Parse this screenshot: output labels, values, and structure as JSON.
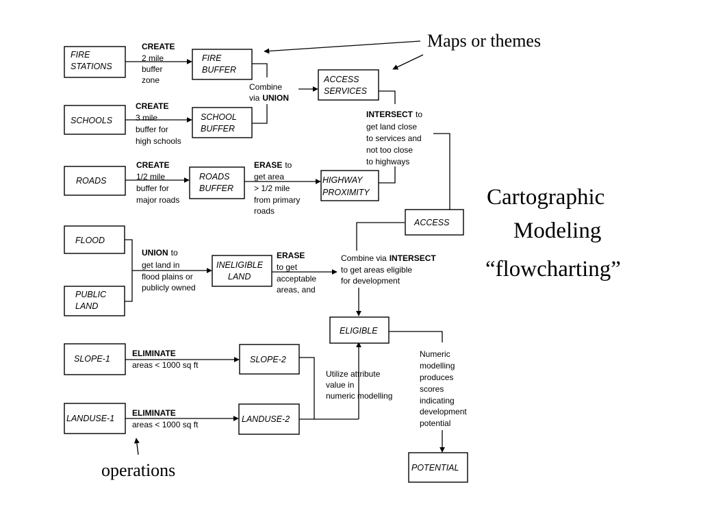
{
  "boxes": {
    "fire_stations": [
      "FIRE",
      "STATIONS"
    ],
    "fire_buffer": [
      "FIRE",
      "BUFFER"
    ],
    "schools": "SCHOOLS",
    "school_buffer": [
      "SCHOOL",
      "BUFFER"
    ],
    "roads": "ROADS",
    "roads_buffer": [
      "ROADS",
      "BUFFER"
    ],
    "access_services": [
      "ACCESS",
      "SERVICES"
    ],
    "highway_proximity": [
      "HIGHWAY",
      "PROXIMITY"
    ],
    "access": "ACCESS",
    "flood": "FLOOD",
    "public_land": [
      "PUBLIC",
      "LAND"
    ],
    "ineligible_land": [
      "INELIGIBLE",
      "LAND"
    ],
    "eligible": "ELIGIBLE",
    "slope1": "SLOPE-1",
    "slope2": "SLOPE-2",
    "landuse1": "LANDUSE-1",
    "landuse2": "LANDUSE-2",
    "potential": "POTENTIAL"
  },
  "ops": {
    "create_fire": {
      "verb": "CREATE",
      "lines": [
        "2 mile",
        "buffer",
        "zone"
      ]
    },
    "create_school": {
      "verb": "CREATE",
      "lines": [
        "3 mile",
        "buffer for",
        "high schools"
      ]
    },
    "create_roads": {
      "verb": "CREATE",
      "lines": [
        "1/2 mile",
        "buffer for",
        "major roads"
      ]
    },
    "combine_union": {
      "pre": "Combine",
      "via": "via",
      "verb": "UNION"
    },
    "intersect_access": {
      "verb": "INTERSECT",
      "tail": "to",
      "lines": [
        "get land close",
        "to services and",
        "not too close",
        "to highways"
      ]
    },
    "erase_roads": {
      "verb": "ERASE",
      "tail": "to",
      "lines": [
        "get area",
        "> 1/2 mile",
        "from primary",
        "roads"
      ]
    },
    "union_flood": {
      "verb": "UNION",
      "tail": "to",
      "lines": [
        "get land in",
        "flood plains or",
        "publicly owned"
      ]
    },
    "erase_ineligible": {
      "verb": "ERASE",
      "lines": [
        "to get",
        "acceptable",
        "areas, and"
      ]
    },
    "combine_intersect": {
      "pre": "Combine via",
      "verb": "INTERSECT",
      "lines": [
        "to get areas eligible",
        "for development"
      ]
    },
    "eliminate_slope": {
      "verb": "ELIMINATE",
      "line": "areas < 1000 sq ft"
    },
    "eliminate_landuse": {
      "verb": "ELIMINATE",
      "line": "areas < 1000 sq ft"
    },
    "utilize": {
      "lines": [
        "Utilize attribute",
        "value in",
        "numeric modelling"
      ]
    },
    "numeric": {
      "lines": [
        "Numeric",
        "modelling",
        "produces",
        "scores",
        "indicating",
        "development",
        "potential"
      ]
    }
  },
  "annotations": {
    "maps_or_themes": "Maps or themes",
    "operations": "operations",
    "title_line1": "Cartographic",
    "title_line2": "Modeling",
    "title_line3": "“flowcharting”"
  }
}
